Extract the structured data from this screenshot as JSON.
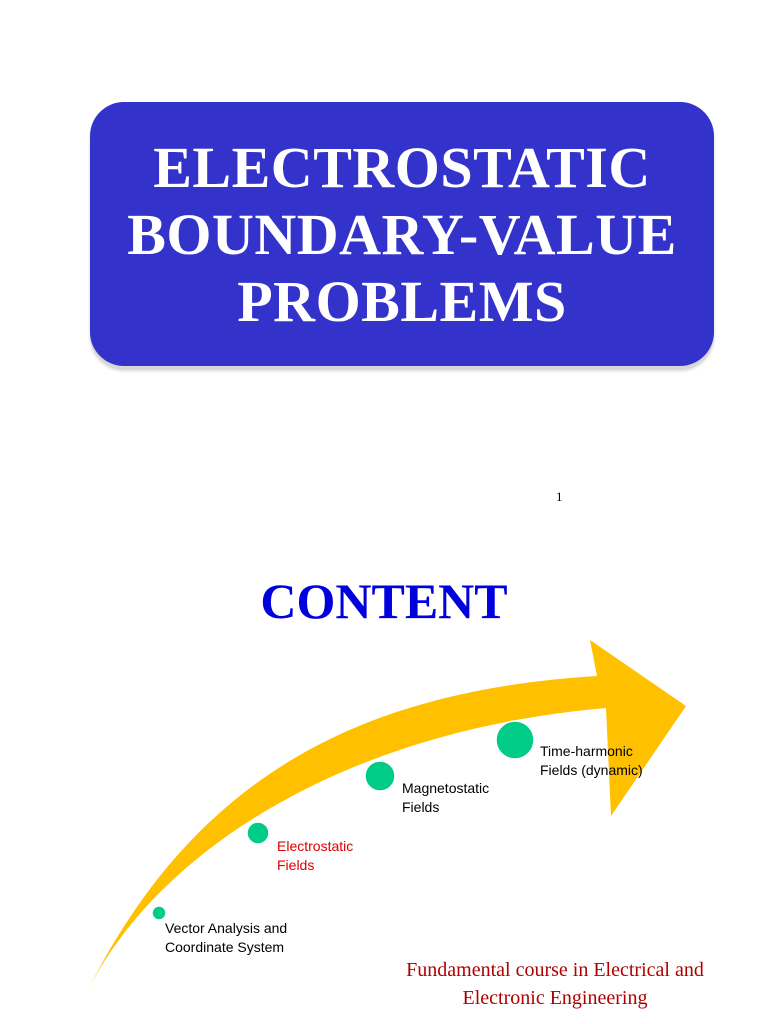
{
  "title": {
    "lines": [
      "ELECTROSTATIC",
      "BOUNDARY-VALUE",
      "PROBLEMS"
    ]
  },
  "page_number": "1",
  "content_heading": "CONTENT",
  "roadmap": {
    "stages": [
      {
        "line1": "Vector Analysis and",
        "line2": "Coordinate System",
        "highlighted": false
      },
      {
        "line1": "Electrostatic",
        "line2": "Fields",
        "highlighted": true
      },
      {
        "line1": "Magnetostatic",
        "line2": "Fields",
        "highlighted": false
      },
      {
        "line1": "Time-harmonic",
        "line2": "Fields (dynamic)",
        "highlighted": false
      }
    ]
  },
  "footer": {
    "line1": "Fundamental course in Electrical and",
    "line2": "Electronic Engineering"
  },
  "colors": {
    "title_box": "#3333cc",
    "title_text": "#ffffff",
    "heading": "#0000dd",
    "arrow": "#ffc000",
    "milestone": "#00cc88",
    "highlight": "#e00000",
    "footer": "#b00000"
  }
}
